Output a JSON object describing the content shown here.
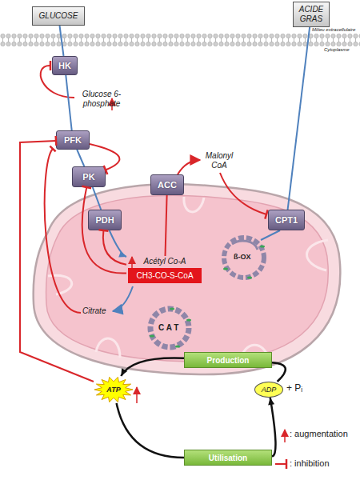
{
  "diagram": {
    "nodes": [
      {
        "text": [
          "GLUCOSE"
        ]
      },
      {
        "text": [
          "ACIDE GRAS"
        ]
      },
      {
        "text": [
          "HK"
        ]
      },
      {
        "text": [
          "PFK"
        ]
      },
      {
        "text": [
          "PK"
        ]
      },
      {
        "text": [
          "PDH"
        ]
      },
      {
        "text": [
          "ACC"
        ]
      },
      {
        "text": [
          "CPT1"
        ]
      },
      {
        "text": [
          "Acétyl Co-A",
          "CH3-CO-S-CoA"
        ]
      },
      {
        "text": [
          "Production"
        ]
      },
      {
        "text": [
          "ATP"
        ]
      },
      {
        "text": [
          "ADP"
        ]
      },
      {
        "text": [
          "Utilisation"
        ]
      }
    ],
    "edges": [
      {
        "from": 0,
        "to": 2,
        "arrow": "none"
      },
      {
        "from": 2,
        "to": 3,
        "arrow": "none"
      },
      {
        "from": 3,
        "to": 4,
        "arrow": "none"
      },
      {
        "from": 4,
        "to": 5,
        "arrow": "none"
      },
      {
        "from": 5,
        "to": 8,
        "arrow": "to"
      },
      {
        "from": 1,
        "to": 7,
        "arrow": "none"
      },
      {
        "from": 8,
        "to": 6,
        "arrow": "none"
      },
      {
        "from": 8,
        "to": 5,
        "arrow": "to"
      },
      {
        "from": 8,
        "to": 4,
        "arrow": "to"
      },
      {
        "from": 10,
        "to": 3,
        "arrow": "to"
      },
      {
        "from": 3,
        "to": 4,
        "arrow": "to"
      },
      {
        "from": 11,
        "to": 9,
        "arrow": "none"
      },
      {
        "from": 9,
        "to": 10,
        "arrow": "to"
      },
      {
        "from": 10,
        "to": 12,
        "arrow": "none"
      },
      {
        "from": 12,
        "to": 11,
        "arrow": "to"
      }
    ],
    "labels": [
      "Milieu extracellulaire",
      "Cytoplasme",
      "Glucose 6-phosphate",
      "Malonyl CoA",
      "Citrate",
      "ß-OX",
      "C A T",
      "+ Pᵢ"
    ],
    "legend": [
      {
        "text": ": augmentation"
      },
      {
        "text": ": inhibition"
      }
    ]
  }
}
